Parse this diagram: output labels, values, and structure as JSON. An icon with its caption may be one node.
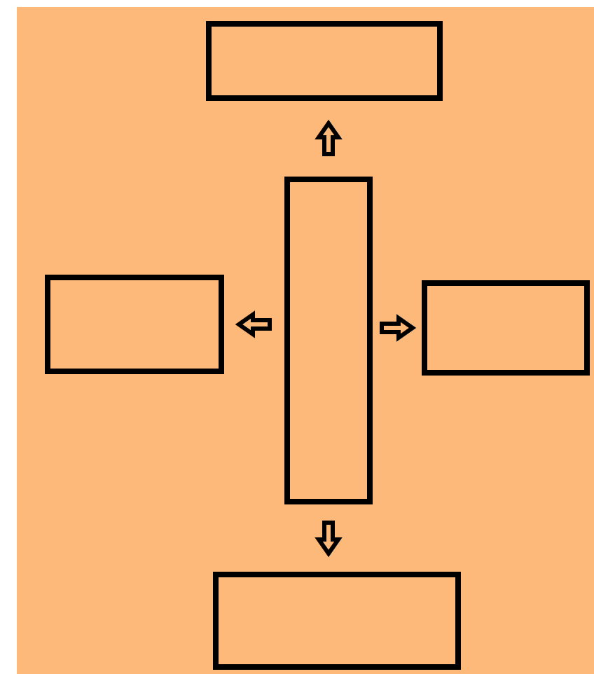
{
  "diagram": {
    "nodes": [
      {
        "text": [],
        "shape": "box"
      },
      {
        "text": [],
        "shape": "box"
      },
      {
        "text": [],
        "shape": "box"
      },
      {
        "text": [],
        "shape": "box"
      },
      {
        "text": [],
        "shape": "box"
      }
    ],
    "edges": [
      {
        "from": 1,
        "to": 0,
        "arrow": "to"
      },
      {
        "from": 1,
        "to": 2,
        "arrow": "to"
      },
      {
        "from": 1,
        "to": 3,
        "arrow": "to"
      },
      {
        "from": 1,
        "to": 4,
        "arrow": "to"
      }
    ]
  }
}
